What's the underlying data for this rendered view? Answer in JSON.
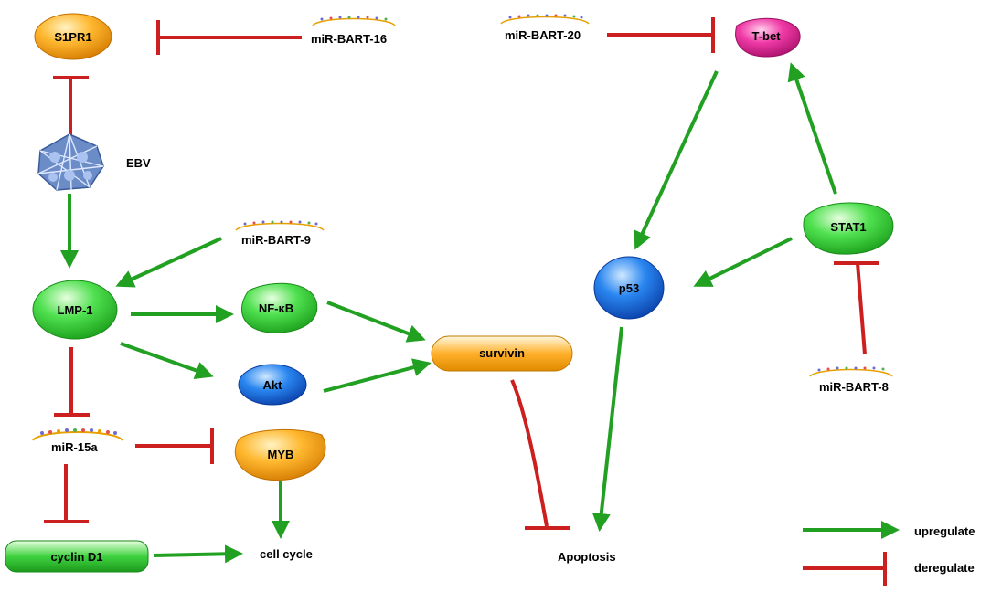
{
  "nodes": {
    "s1pr1": "S1PR1",
    "ebv": "EBV",
    "lmp1": "LMP-1",
    "nfkb": "NF-κB",
    "akt": "Akt",
    "survivin": "survivin",
    "myb": "MYB",
    "cyclin_d1": "cyclin D1",
    "cell_cycle": "cell cycle",
    "apoptosis": "Apoptosis",
    "p53": "p53",
    "tbet": "T-bet",
    "stat1": "STAT1"
  },
  "mirnas": {
    "bart16": "miR-BART-16",
    "bart20": "miR-BART-20",
    "bart9": "miR-BART-9",
    "bart8": "miR-BART-8",
    "mir15a": "miR-15a"
  },
  "legend": {
    "upregulate": "upregulate",
    "deregulate": "deregulate"
  },
  "colors": {
    "activate": "#22a022",
    "inhibit": "#cc1f1f",
    "orange": "#f5a623",
    "green": "#3fd23f",
    "blue": "#1f6fe0",
    "magenta": "#e0228c"
  }
}
